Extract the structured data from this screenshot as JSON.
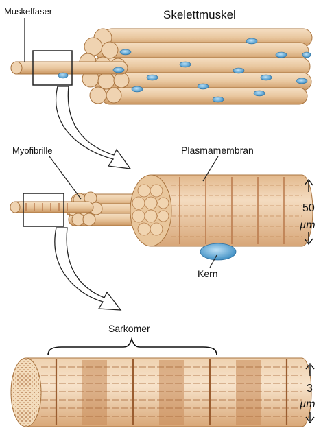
{
  "labels": {
    "muscle_fiber": "Muskelfaser",
    "skeletal_muscle": "Skelettmuskel",
    "myofibril": "Myofibrille",
    "plasma_membrane": "Plasmamembran",
    "nucleus": "Kern",
    "sarcomere": "Sarkomer"
  },
  "scale_top": {
    "value": "50",
    "unit": "µm"
  },
  "scale_bottom": {
    "value": "3",
    "unit": "µm"
  },
  "colors": {
    "fiber": "#e7c196",
    "fiber_light": "#f3dcc0",
    "fiber_dark": "#c9935d",
    "stripe": "#b9784a",
    "nucleus": "#5aa9d8",
    "outline": "#222222"
  }
}
